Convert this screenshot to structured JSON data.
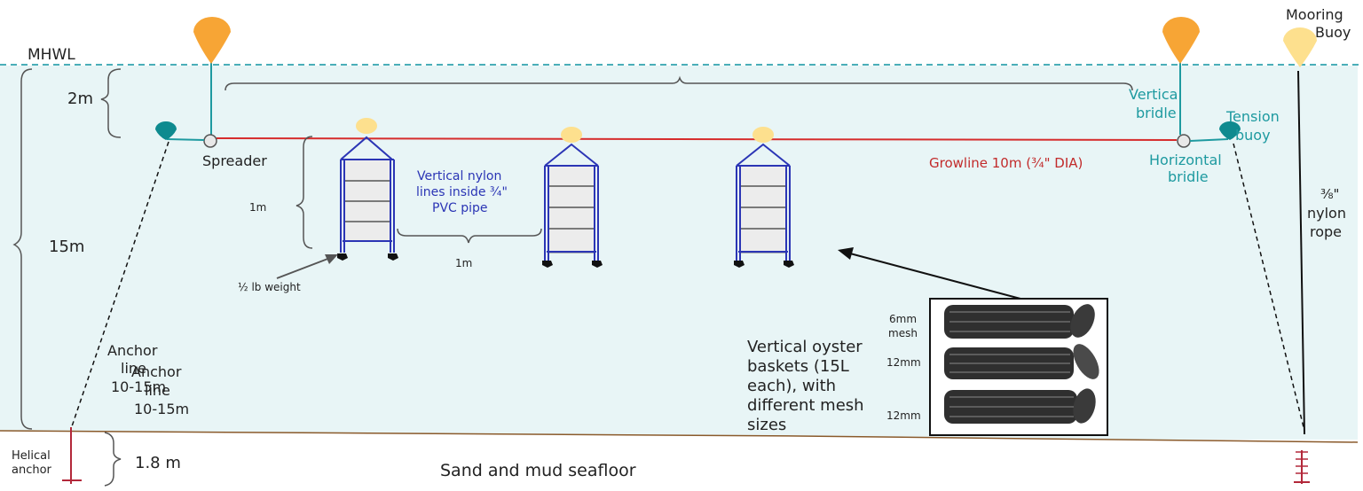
{
  "labels": {
    "mhwl": "MHWL",
    "mooring_buoy_line1": "Mooring",
    "mooring_buoy_line2": "Buoy",
    "depth_2m": "2m",
    "depth_15m": "15m",
    "depth_1_8m": "1.8 m",
    "spreader": "Spreader",
    "vertical_bridle_line1": "Vertical",
    "vertical_bridle_line2": "bridle",
    "tension_buoy_line1": "Tension",
    "tension_buoy_line2": "buoy",
    "horizontal_bridle_line1": "Horizontal",
    "horizontal_bridle_line2": "bridle",
    "growline": "Growline 10m  (¾\" DIA)",
    "nylon_lines_line1": "Vertical nylon",
    "nylon_lines_line2": "lines inside ¾\"",
    "nylon_lines_line3": "PVC pipe",
    "basket_height": "1m",
    "basket_spacing": "1m",
    "weight": "½ lb weight",
    "nylon_rope_line1": "⅜\"",
    "nylon_rope_line2": "nylon",
    "nylon_rope_line3": "rope",
    "anchor_a_line1": "Anchor",
    "anchor_a_line2": "line",
    "anchor_a_line3": "10-15m",
    "anchor_b_line1": "Anchor",
    "anchor_b_line2": "line",
    "anchor_b_line3": "10-15m",
    "helical_line1": "Helical",
    "helical_line2": "anchor",
    "seafloor": "Sand and mud seafloor",
    "oyster_line1": "Vertical oyster",
    "oyster_line2": "baskets (15L",
    "oyster_line3": "each), with",
    "oyster_line4": "different mesh",
    "oyster_line5": "sizes",
    "mesh_6mm_line1": "6mm",
    "mesh_6mm_line2": "mesh",
    "mesh_12mm_a": "12mm",
    "mesh_12mm_b": "12mm"
  },
  "colors": {
    "water": "#e8f5f6",
    "waterline": "#4aaeb8",
    "growline": "#d62c2c",
    "buoy_orange": "#f7a535",
    "buoy_yellow": "#fde08e",
    "teal": "#1e9aa0",
    "tension_buoy": "#0e8a8f",
    "frame_blue": "#2b35b5",
    "brace_gray": "#666666",
    "seafloor_line": "#8a5a2b",
    "anchor_red": "#b3283a",
    "text_dark": "#222222",
    "text_blue": "#2b35b5",
    "text_red": "#c22b2b",
    "text_teal": "#1e9aa0"
  }
}
